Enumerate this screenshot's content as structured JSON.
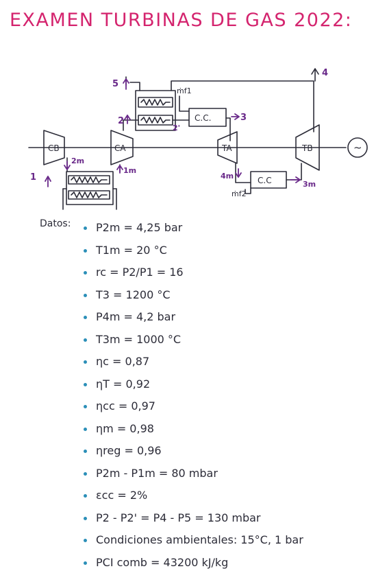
{
  "title": "EXAMEN TURBINAS DE GAS 2022:",
  "diagram": {
    "components": {
      "cb": "CB",
      "ca": "CA",
      "ta": "TA",
      "tb": "TB",
      "cc1": "C.C.",
      "cc2": "C.C",
      "generator": "~"
    },
    "points": {
      "p1": "1",
      "p2m": "2m",
      "p1m": "1m",
      "p2": "2",
      "p2p": "2'",
      "p3": "3",
      "p4": "4",
      "p5": "5",
      "p4m": "4m",
      "p3m": "3m",
      "mf1": "ṁf1",
      "mf2": "ṁf2"
    }
  },
  "data": {
    "label": "Datos:",
    "items": [
      "P2m = 4,25 bar",
      "T1m = 20 °C",
      "rc = P2/P1 = 16",
      "T3 = 1200 °C",
      "P4m = 4,2 bar",
      "T3m = 1000 °C",
      "ηc = 0,87",
      "ηT = 0,92",
      "ηcc = 0,97",
      "ηm = 0,98",
      "ηreg = 0,96",
      "P2m - P1m = 80 mbar",
      "εcc = 2%",
      "P2 - P2' = P4 - P5 = 130 mbar",
      "Condiciones ambientales: 15°C, 1 bar",
      "PCI comb = 43200 kJ/kg"
    ]
  },
  "colors": {
    "title": "#d4246e",
    "diagram_labels": "#6a2a8a",
    "bullets": "#2b8fb8",
    "ink": "#2c2c38"
  }
}
